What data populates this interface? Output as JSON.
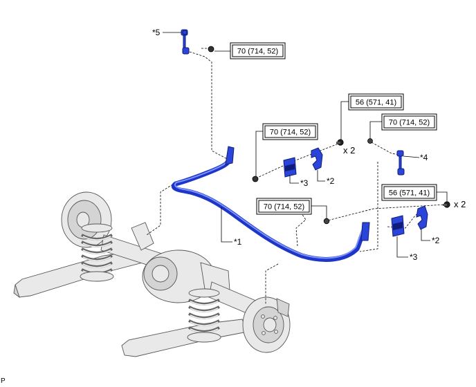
{
  "torque_specs": [
    {
      "id": "t1",
      "text": "70 (714, 52)"
    },
    {
      "id": "t2",
      "text": "56 (571, 41)"
    },
    {
      "id": "t3",
      "text": "70 (714, 52)"
    },
    {
      "id": "t4",
      "text": "70 (714, 52)"
    },
    {
      "id": "t5",
      "text": "56 (571, 41)"
    },
    {
      "id": "t6",
      "text": "70 (714, 52)"
    }
  ],
  "callouts": {
    "c1": "*1",
    "c2a": "*2",
    "c2b": "*2",
    "c3a": "*3",
    "c3b": "*3",
    "c4": "*4",
    "c5": "*5"
  },
  "quantities": {
    "q1": "x 2",
    "q2": "x 2"
  },
  "page_code": "P",
  "colors": {
    "part_highlight": "#2a45d8",
    "assembly_gray": "#e9e9e9",
    "line": "#000000"
  }
}
